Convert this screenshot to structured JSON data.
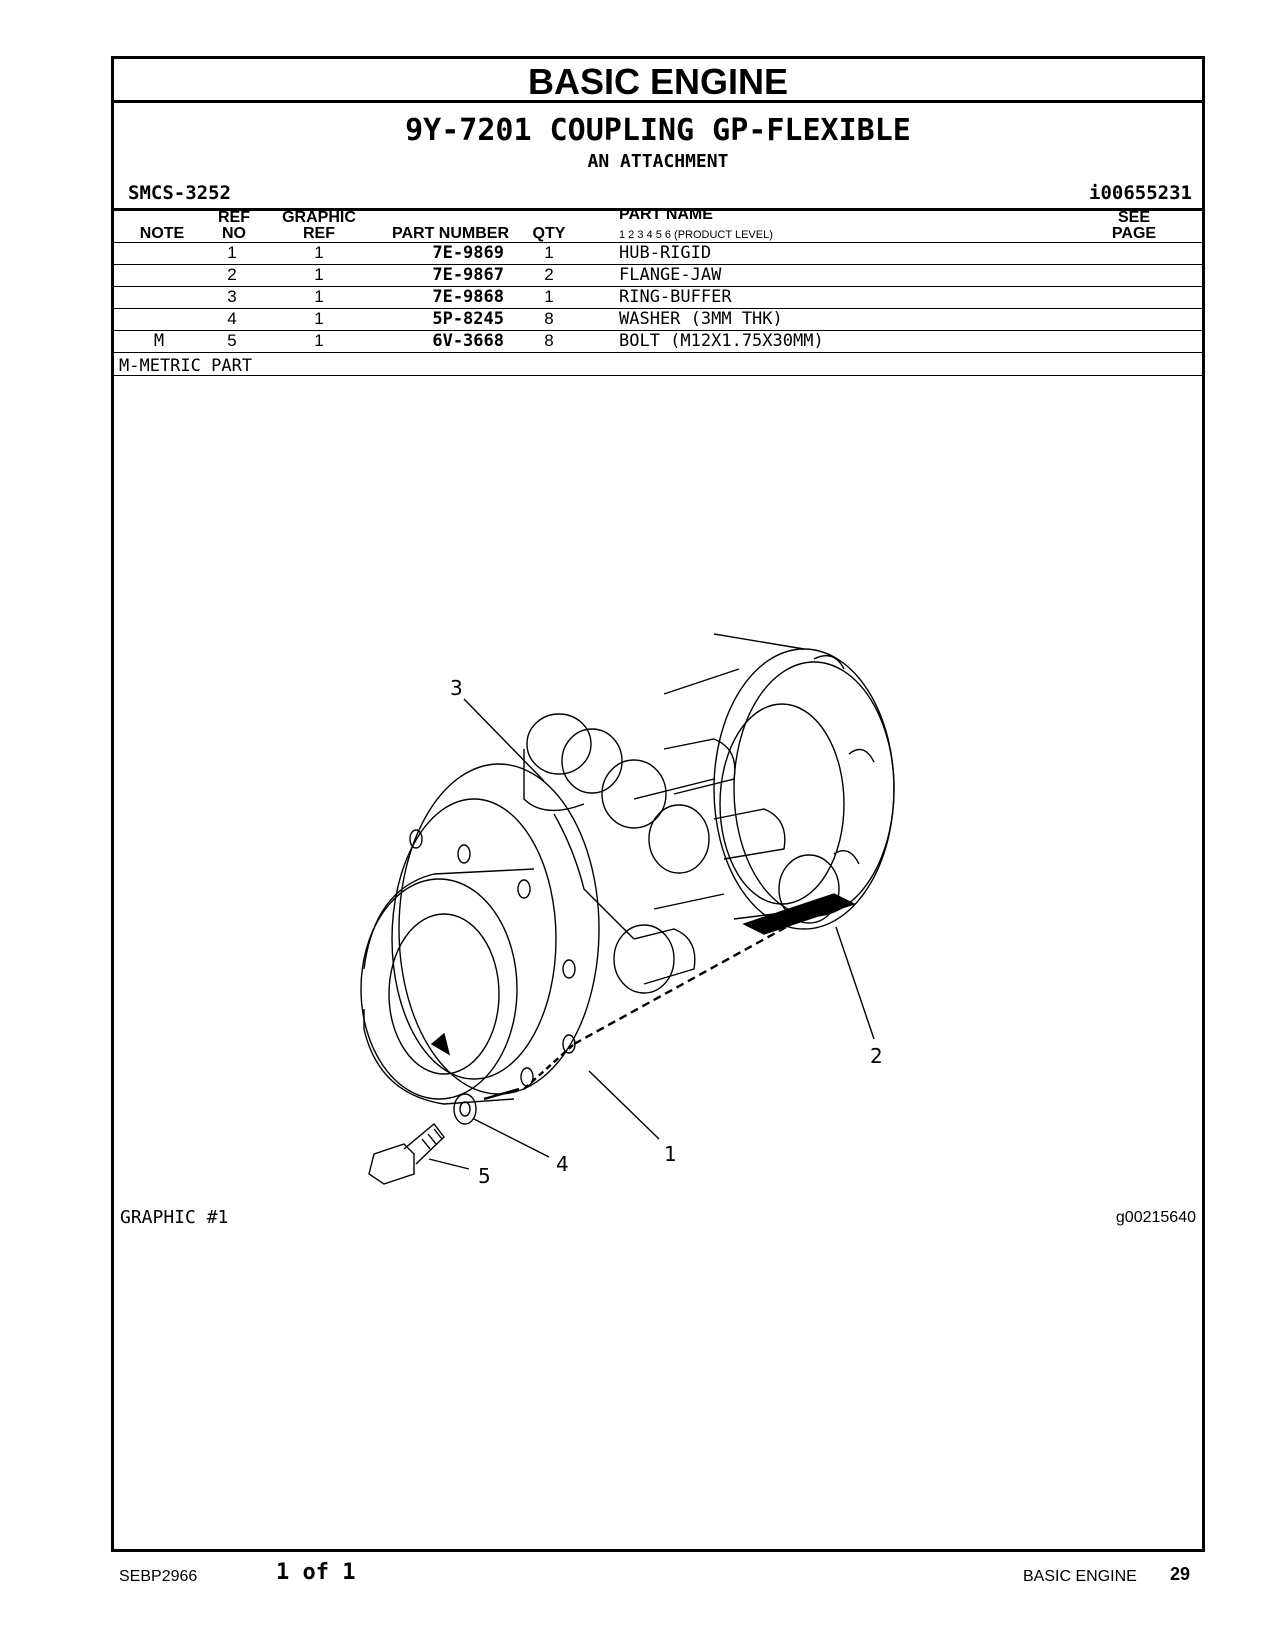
{
  "header": {
    "section": "BASIC ENGINE",
    "group_title": "9Y-7201 COUPLING GP-FLEXIBLE",
    "subtitle": "AN ATTACHMENT",
    "smcs": "SMCS-3252",
    "ident": "i00655231"
  },
  "columns": {
    "note": "NOTE",
    "ref_no_top": "REF",
    "ref_no_bottom": "NO",
    "graphic_ref_top": "GRAPHIC",
    "graphic_ref_bottom": "REF",
    "part_number": "PART NUMBER",
    "qty": "QTY",
    "part_name": "PART NAME",
    "product_levels": "1   2   3   4   5   6   (PRODUCT LEVEL)",
    "see_page_top": "SEE",
    "see_page_bottom": "PAGE"
  },
  "parts": [
    {
      "note": "",
      "ref": "1",
      "gref": "1",
      "part_number": "7E-9869",
      "qty": "1",
      "name": "HUB-RIGID"
    },
    {
      "note": "",
      "ref": "2",
      "gref": "1",
      "part_number": "7E-9867",
      "qty": "2",
      "name": "FLANGE-JAW"
    },
    {
      "note": "",
      "ref": "3",
      "gref": "1",
      "part_number": "7E-9868",
      "qty": "1",
      "name": "RING-BUFFER"
    },
    {
      "note": "",
      "ref": "4",
      "gref": "1",
      "part_number": "5P-8245",
      "qty": "8",
      "name": "WASHER (3MM THK)"
    },
    {
      "note": "M",
      "ref": "5",
      "gref": "1",
      "part_number": "6V-3668",
      "qty": "8",
      "name": "BOLT (M12X1.75X30MM)"
    }
  ],
  "footnote": "M-METRIC PART",
  "graphic": {
    "label": "GRAPHIC #1",
    "id": "g00215640",
    "callouts": [
      "1",
      "2",
      "3",
      "4",
      "5"
    ]
  },
  "footer": {
    "doc": "SEBP2966",
    "page_of": "1 of 1",
    "section": "BASIC ENGINE",
    "page": "29"
  }
}
